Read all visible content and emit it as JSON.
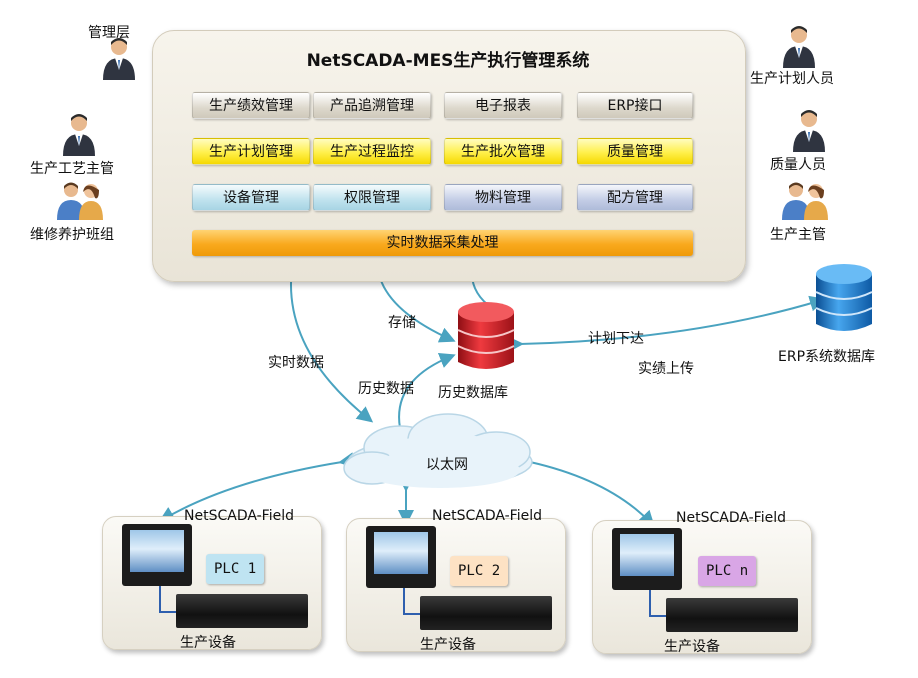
{
  "system_title": "NetSCADA-MES生产执行管理系统",
  "modules": {
    "row1": [
      "生产绩效管理",
      "产品追溯管理",
      "电子报表",
      "ERP接口"
    ],
    "row2": [
      "生产计划管理",
      "生产过程监控",
      "生产批次管理",
      "质量管理"
    ],
    "row3": [
      "设备管理",
      "权限管理",
      "物料管理",
      "配方管理"
    ],
    "realtime": "实时数据采集处理"
  },
  "roles": {
    "manager": "管理层",
    "process_lead": "生产工艺主管",
    "maintenance": "维修养护班组",
    "planner": "生产计划人员",
    "quality": "质量人员",
    "production_lead": "生产主管"
  },
  "databases": {
    "history": "历史数据库",
    "erp": "ERP系统数据库"
  },
  "flows": {
    "store": "存储",
    "realtime_data": "实时数据",
    "history_data": "历史数据",
    "plan_down": "计划下达",
    "actual_up": "实绩上传"
  },
  "network": "以太网",
  "stations": [
    {
      "field": "NetSCADA-Field",
      "plc": "PLC  1",
      "equipment": "生产设备"
    },
    {
      "field": "NetSCADA-Field",
      "plc": "PLC  2",
      "equipment": "生产设备"
    },
    {
      "field": "NetSCADA-Field",
      "plc": "PLC  n",
      "equipment": "生产设备"
    }
  ],
  "colors": {
    "arrow": "#4aa3c0",
    "plc1": "#bfe4f2",
    "plc2": "#fde2c4",
    "plcn": "#d9a6e6",
    "history_db": "#d8202a",
    "erp_db": "#2f8fd8"
  }
}
